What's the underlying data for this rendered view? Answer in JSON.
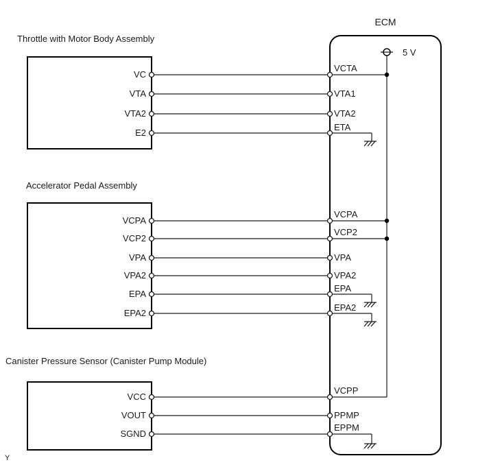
{
  "diagram": {
    "ecm": {
      "title": "ECM",
      "supply_label": "5 V",
      "pins": [
        {
          "label": "VCTA"
        },
        {
          "label": "VTA1"
        },
        {
          "label": "VTA2"
        },
        {
          "label": "ETA"
        },
        {
          "label": "VCPA"
        },
        {
          "label": "VCP2"
        },
        {
          "label": "VPA"
        },
        {
          "label": "VPA2"
        },
        {
          "label": "EPA"
        },
        {
          "label": "EPA2"
        },
        {
          "label": "VCPP"
        },
        {
          "label": "PPMP"
        },
        {
          "label": "EPPM"
        }
      ]
    },
    "components": [
      {
        "title": "Throttle with Motor Body Assembly",
        "pins": [
          "VC",
          "VTA",
          "VTA2",
          "E2"
        ]
      },
      {
        "title": "Accelerator Pedal Assembly",
        "pins": [
          "VCPA",
          "VCP2",
          "VPA",
          "VPA2",
          "EPA",
          "EPA2"
        ]
      },
      {
        "title": "Canister Pressure Sensor (Canister Pump Module)",
        "pins": [
          "VCC",
          "VOUT",
          "SGND"
        ]
      }
    ],
    "footnote": "Y",
    "colors": {
      "line": "#000000",
      "background": "#ffffff"
    }
  }
}
